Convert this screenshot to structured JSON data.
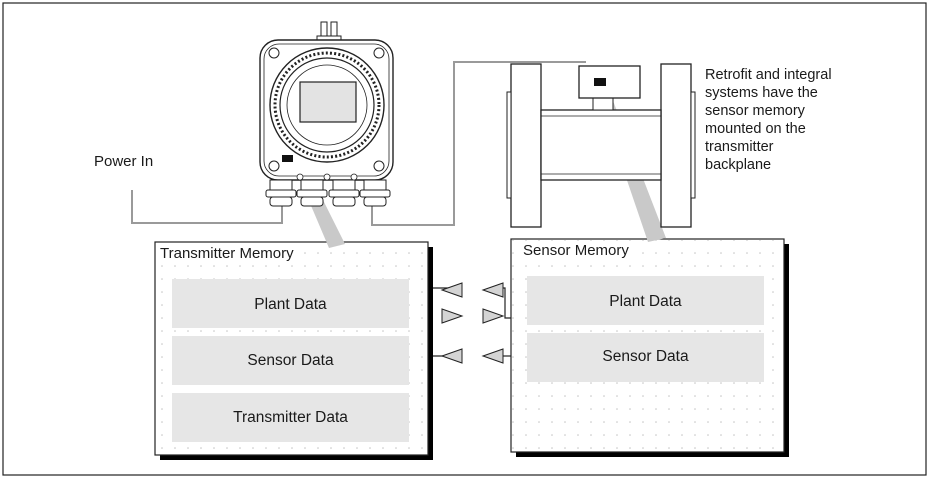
{
  "power_label": "Power In",
  "note": {
    "lines": [
      "Retrofit and integral",
      "systems have the",
      "sensor memory",
      "mounted on the",
      "transmitter",
      "backplane"
    ]
  },
  "transmitter_memory": {
    "title": "Transmitter Memory",
    "blocks": [
      "Plant Data",
      "Sensor Data",
      "Transmitter Data"
    ]
  },
  "sensor_memory": {
    "title": "Sensor Memory",
    "blocks": [
      "Plant Data",
      "Sensor Data"
    ]
  },
  "data_flow": [
    {
      "from": "sensor_memory",
      "to": "transmitter_memory",
      "data": "Plant Data"
    },
    {
      "from": "transmitter_memory",
      "to": "sensor_memory",
      "data": "Plant Data"
    },
    {
      "from": "sensor_memory",
      "to": "transmitter_memory",
      "data": "Sensor Data"
    }
  ]
}
